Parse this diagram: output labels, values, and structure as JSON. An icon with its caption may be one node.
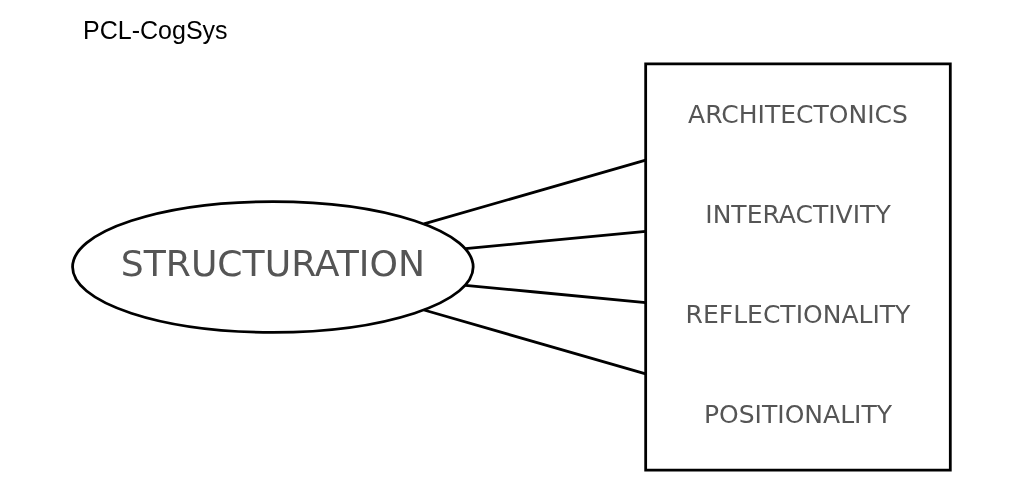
{
  "diagram": {
    "title": "PCL-CogSys",
    "nodes": [
      {
        "text": [
          "STRUCTURATION"
        ]
      },
      {
        "text": [],
        "shape": "box"
      },
      {
        "text": [
          "ARCHITECTONICS"
        ],
        "in": 1
      },
      {
        "text": [
          "INTERACTIVITY"
        ],
        "in": 1
      },
      {
        "text": [
          "REFLECTIONALITY"
        ],
        "in": 1
      },
      {
        "text": [
          "POSITIONALITY"
        ],
        "in": 1
      }
    ],
    "edges": [
      {
        "from": 0,
        "to": 2,
        "arrow": "none"
      },
      {
        "from": 0,
        "to": 3,
        "arrow": "none"
      },
      {
        "from": 0,
        "to": 4,
        "arrow": "none"
      },
      {
        "from": 0,
        "to": 5,
        "arrow": "none"
      }
    ]
  }
}
